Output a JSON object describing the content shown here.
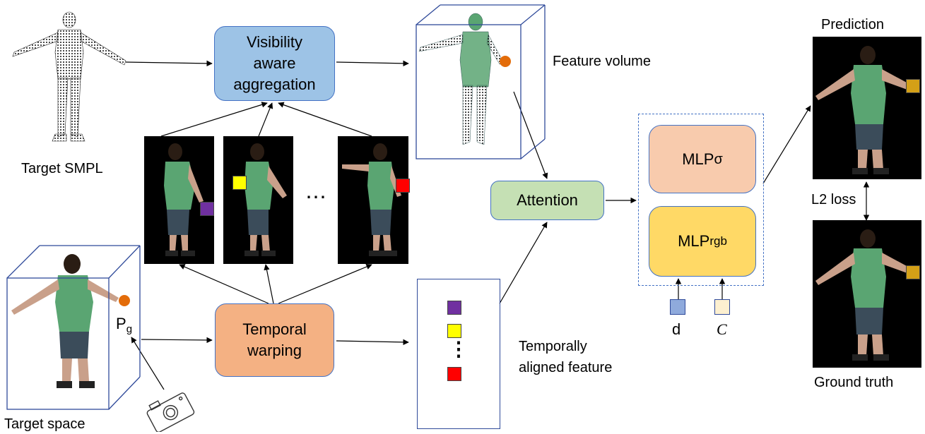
{
  "labels": {
    "target_smpl": "Target SMPL",
    "target_space": "Target space",
    "pg_main": "P",
    "pg_sub": "g",
    "feature_volume": "Feature volume",
    "temporally_line1": "Temporally",
    "temporally_line2": "aligned feature",
    "ellipsis": "⋯",
    "vertical_ellipsis": "⋮",
    "input_d": "d",
    "input_c": "C",
    "prediction": "Prediction",
    "ground_truth": "Ground truth",
    "l2_loss": "L2 loss"
  },
  "boxes": {
    "visibility_line1": "Visibility",
    "visibility_line2": "aware",
    "visibility_line3": "aggregation",
    "temporal_line1": "Temporal",
    "temporal_line2": "warping",
    "attention": "Attention",
    "mlp_sigma_main": "MLP",
    "mlp_sigma_sub": "σ",
    "mlp_rgb_main": "MLP",
    "mlp_rgb_sub": "rgb"
  },
  "colors": {
    "visibility_box": "#9dc3e6",
    "attention_box": "#c5e0b4",
    "warping_box": "#f4b183",
    "mlp_sigma_box": "#f8cbad",
    "mlp_rgb_box": "#ffd966",
    "border": "#4472c4",
    "purple": "#7030a0",
    "yellow": "#ffff00",
    "red": "#ff0000",
    "orange_marker": "#e36c0a",
    "gold_marker": "#d4a017",
    "d_input": "#8faadc",
    "c_input": "#fdf0d0",
    "shirt_green": "#5aa572"
  }
}
